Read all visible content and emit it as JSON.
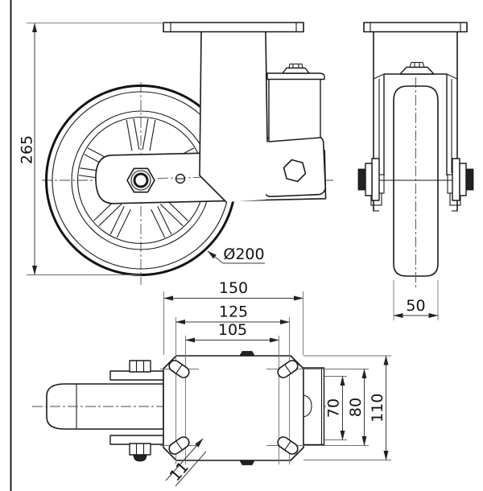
{
  "drawing": {
    "background": "#ffffff",
    "line_color": "#1a1a1a",
    "dims": {
      "overall_height": "265",
      "wheel_diameter": "Ø200",
      "wheel_width": "50",
      "plate_width": "150",
      "hole_spacing_wide": "125",
      "hole_spacing_narrow": "105",
      "hole_spacing_cross_inner": "70",
      "hole_spacing_cross": "80",
      "plate_depth": "110",
      "slot_width": "11"
    }
  }
}
